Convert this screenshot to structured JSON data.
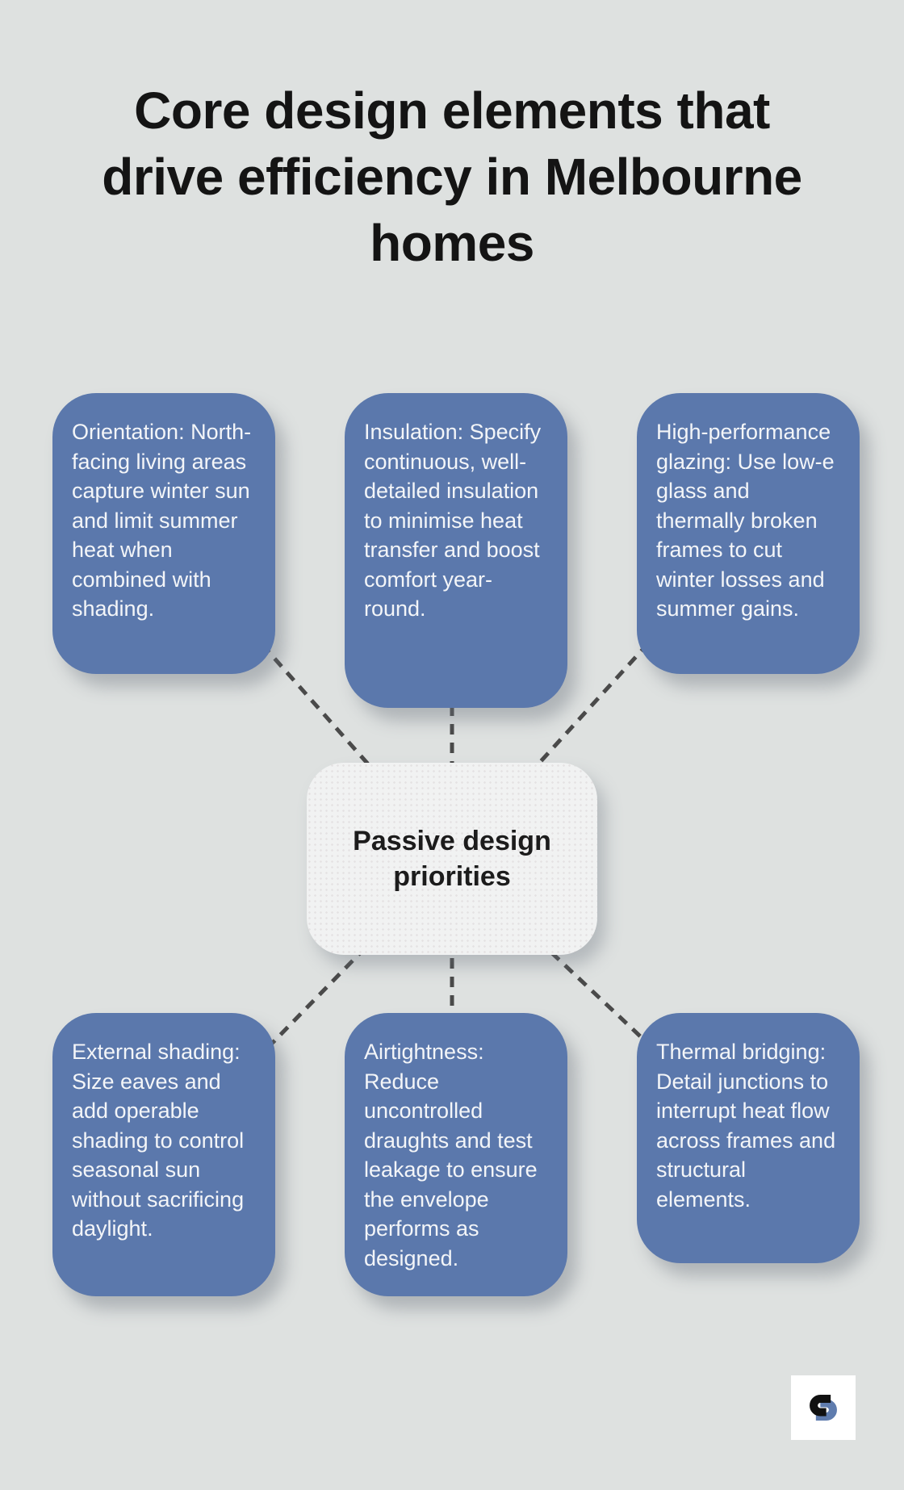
{
  "page": {
    "title": "Core design elements that drive efficiency in Melbourne homes"
  },
  "center_node": {
    "label": "Passive design priorities"
  },
  "nodes": [
    {
      "id": "orientation",
      "position": "top-left",
      "text": "Orientation: North-facing living areas capture winter sun and limit summer heat when combined with shading."
    },
    {
      "id": "insulation",
      "position": "top-center",
      "text": "Insulation: Specify continuous, well-detailed insulation to minimise heat transfer and boost comfort year-round."
    },
    {
      "id": "high-performance-glazing",
      "position": "top-right",
      "text": "High-performance glazing: Use low-e glass and thermally broken frames to cut winter losses and summer gains."
    },
    {
      "id": "external-shading",
      "position": "bottom-left",
      "text": "External shading: Size eaves and add operable shading to control seasonal sun without sacrificing daylight."
    },
    {
      "id": "airtightness",
      "position": "bottom-center",
      "text": "Airtightness: Reduce uncontrolled draughts and test leakage to ensure the envelope performs as designed."
    },
    {
      "id": "thermal-bridging",
      "position": "bottom-right",
      "text": "Thermal bridging: Detail junctions to interrupt heat flow across frames and structural elements."
    }
  ],
  "colors": {
    "background": "#dee1e0",
    "node_fill": "#5b78ac",
    "node_text": "#f3f5f8",
    "center_fill": "#f1f2f2",
    "title_text": "#141414",
    "connector": "#4a4a4a",
    "logo_black": "#111111",
    "logo_blue": "#5f7cae"
  },
  "logo": {
    "icon": "brand-monogram-icon"
  }
}
